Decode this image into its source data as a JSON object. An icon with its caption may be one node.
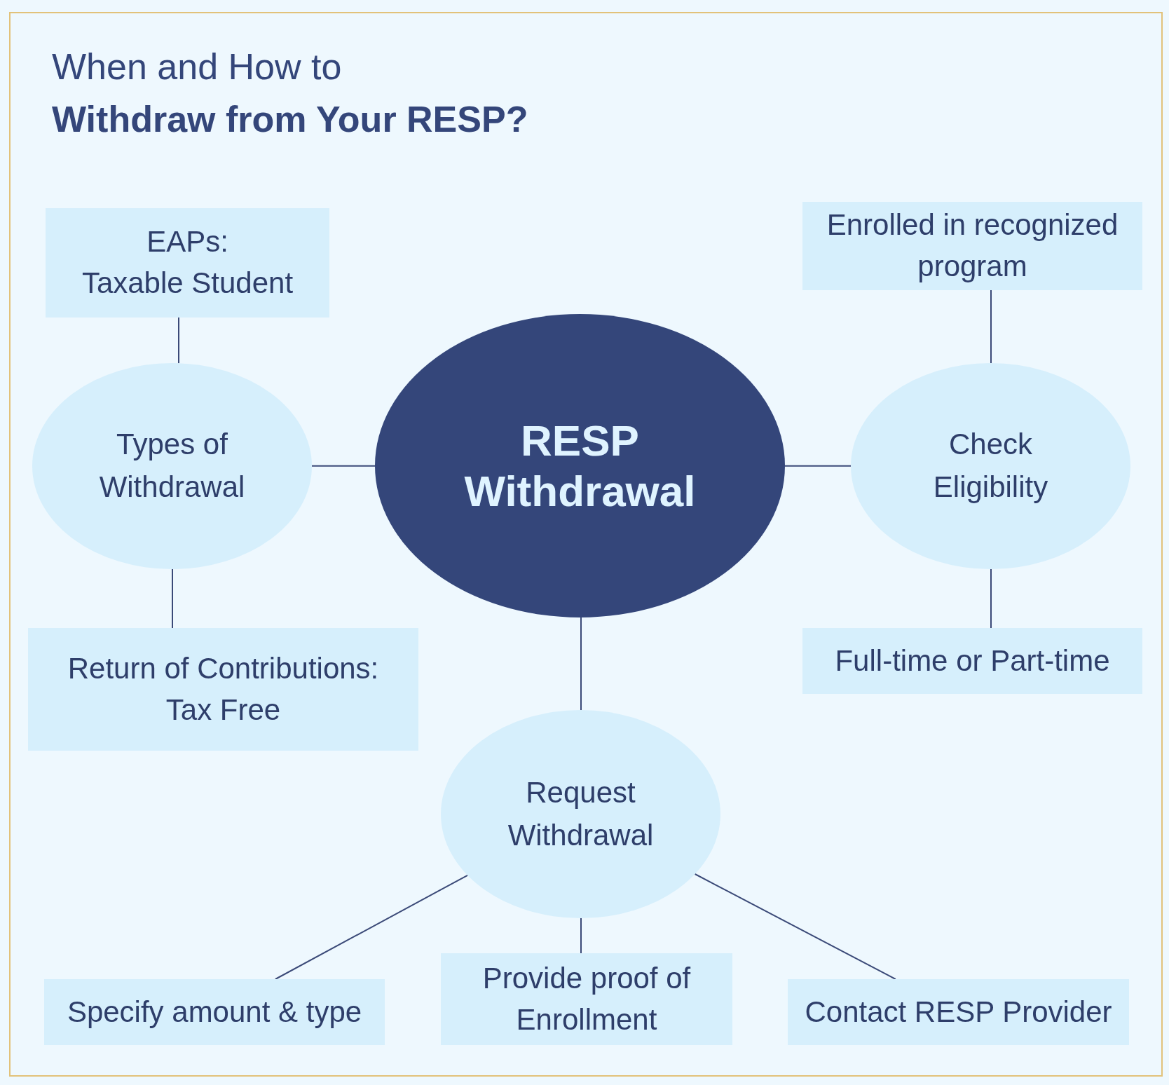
{
  "diagram": {
    "title": "When and How to **Withdraw from Your RESP?**",
    "nodes": [
      {
        "text": [
          "RESP Withdrawal"
        ]
      },
      {
        "text": [
          "Types of Withdrawal"
        ]
      },
      {
        "text": [
          "EAPs:",
          "Taxable Student"
        ]
      },
      {
        "text": [
          "Return of Contributions:",
          "Tax Free"
        ]
      },
      {
        "text": [
          "Check Eligibility"
        ]
      },
      {
        "text": [
          "Enrolled in recognized program"
        ]
      },
      {
        "text": [
          "Full-time or Part-time"
        ]
      },
      {
        "text": [
          "Request Withdrawal"
        ]
      },
      {
        "text": [
          "Specify amount & type"
        ]
      },
      {
        "text": [
          "Provide proof of Enrollment"
        ]
      },
      {
        "text": [
          "Contact RESP Provider"
        ]
      }
    ],
    "edges": [
      {
        "from": 0,
        "to": 1,
        "arrow": "none"
      },
      {
        "from": 0,
        "to": 4,
        "arrow": "none"
      },
      {
        "from": 0,
        "to": 7,
        "arrow": "none"
      },
      {
        "from": 1,
        "to": 2,
        "arrow": "none"
      },
      {
        "from": 1,
        "to": 3,
        "arrow": "none"
      },
      {
        "from": 4,
        "to": 5,
        "arrow": "none"
      },
      {
        "from": 4,
        "to": 6,
        "arrow": "none"
      },
      {
        "from": 7,
        "to": 8,
        "arrow": "none"
      },
      {
        "from": 7,
        "to": 9,
        "arrow": "none"
      },
      {
        "from": 7,
        "to": 10,
        "arrow": "none"
      }
    ]
  }
}
